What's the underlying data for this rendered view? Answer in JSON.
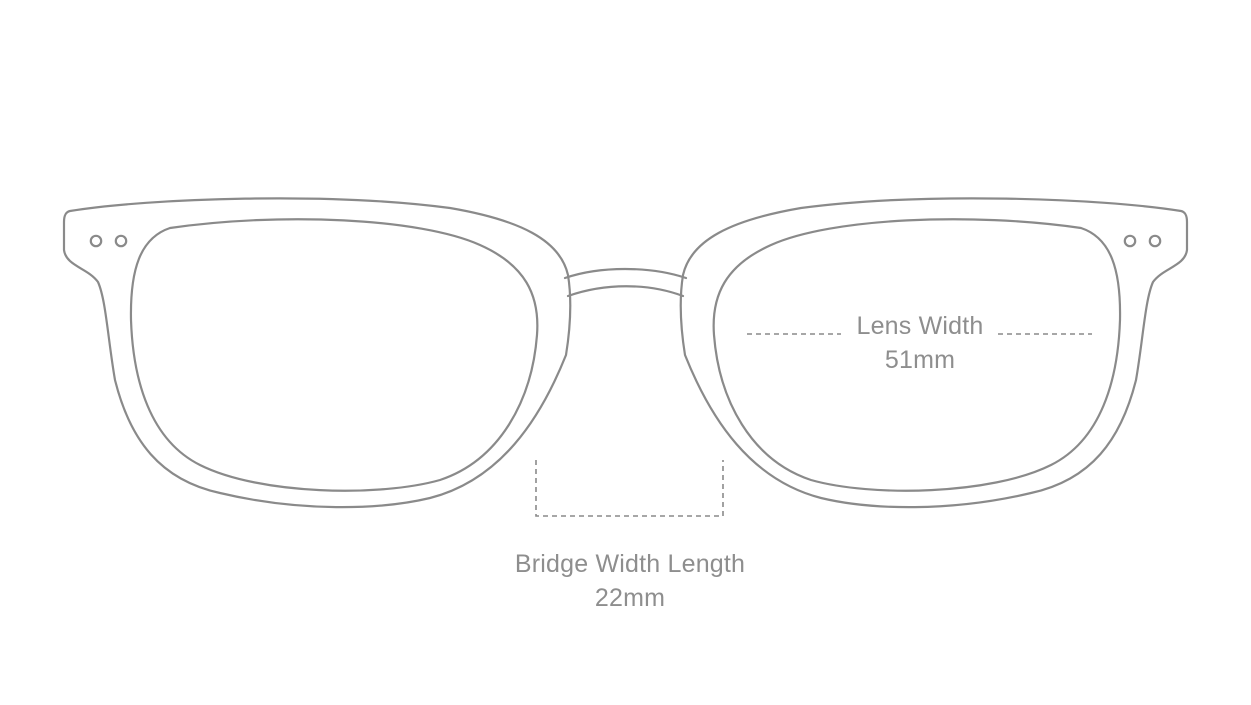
{
  "measurements": {
    "lens": {
      "label": "Lens Width",
      "value": "51mm"
    },
    "bridge": {
      "label": "Bridge Width Length",
      "value": "22mm"
    }
  },
  "colors": {
    "outline": "#8a8a8a",
    "text": "#8e8e8e",
    "background": "#ffffff"
  }
}
